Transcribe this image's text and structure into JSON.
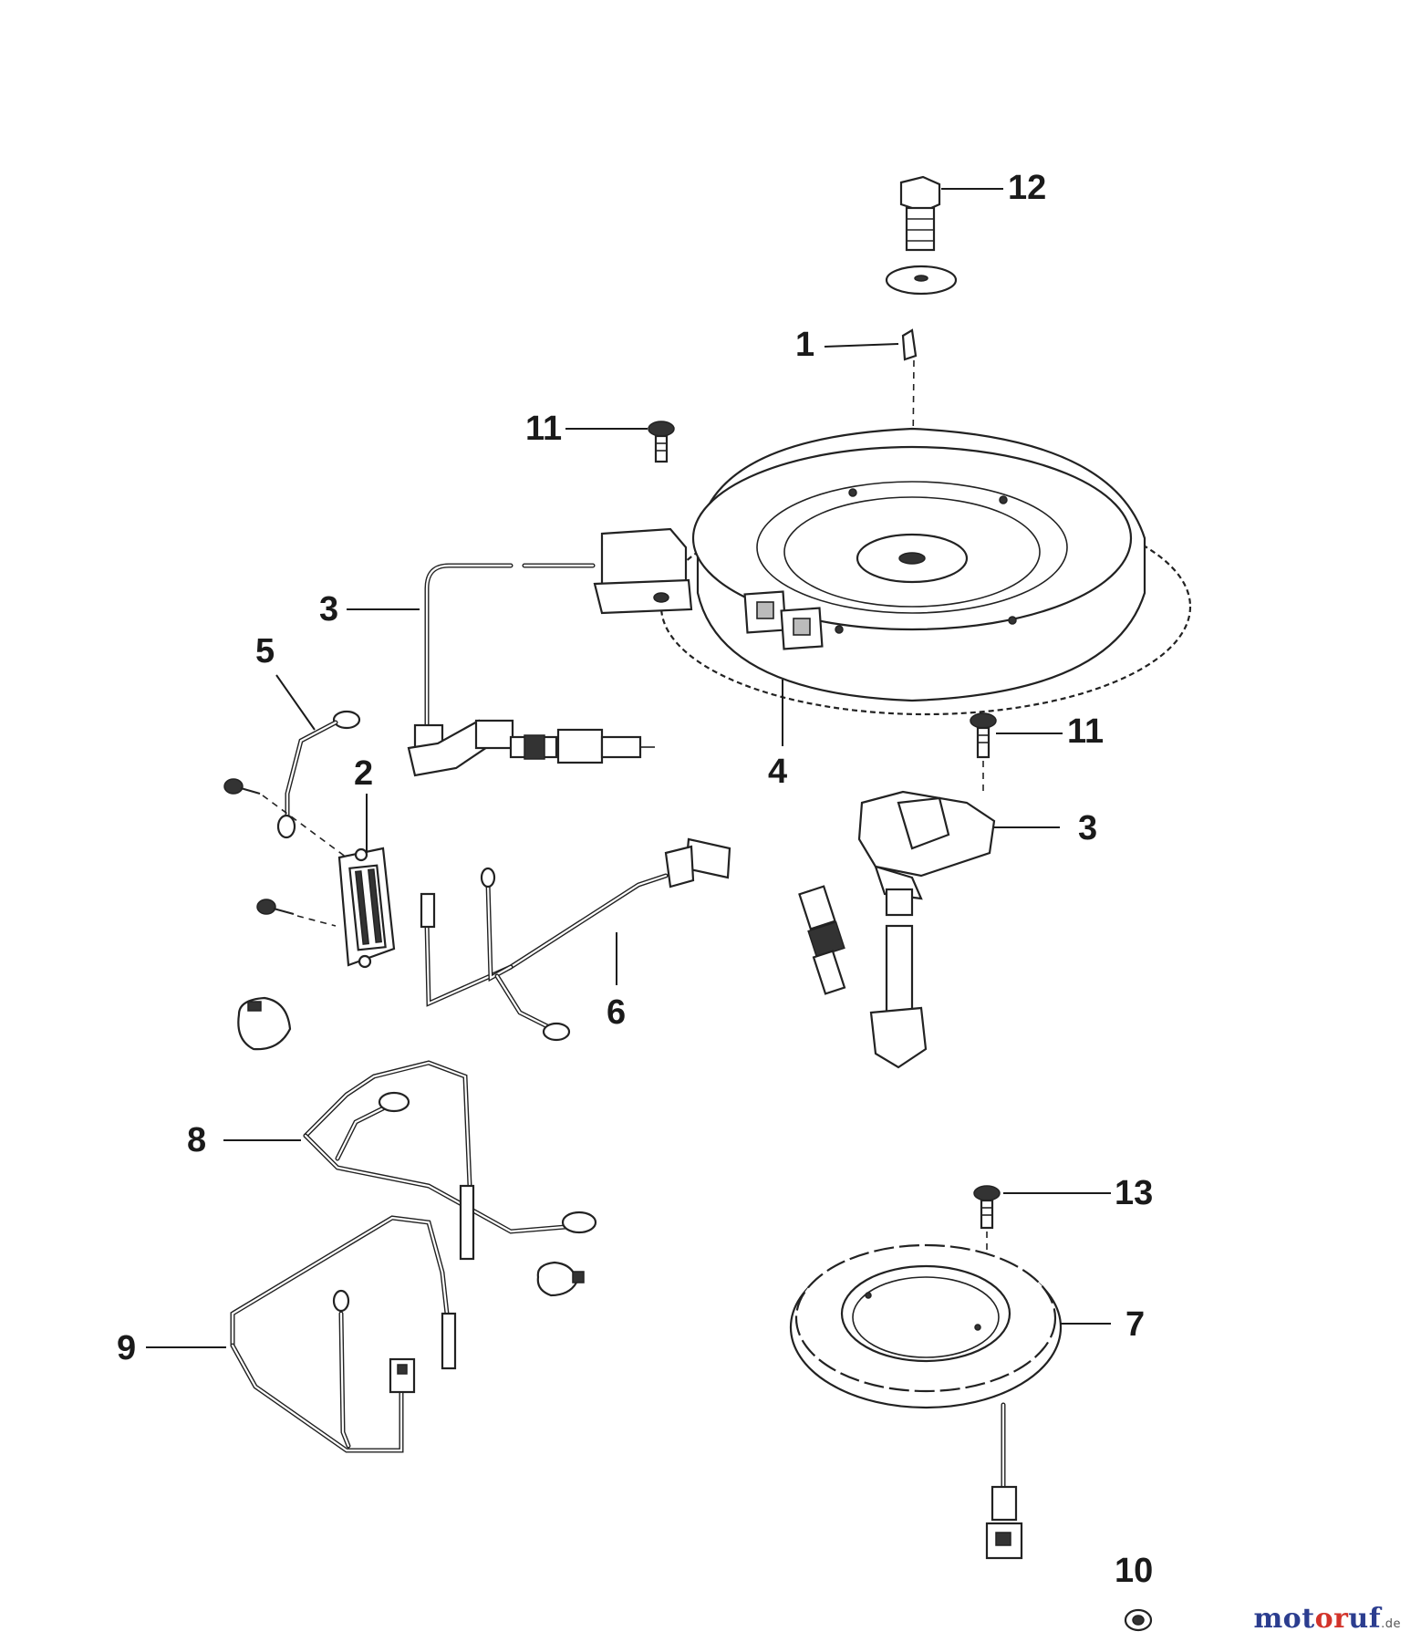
{
  "callouts": {
    "c1": "1",
    "c2": "2",
    "c3a": "3",
    "c3b": "3",
    "c4": "4",
    "c5": "5",
    "c6": "6",
    "c7": "7",
    "c8": "8",
    "c9": "9",
    "c10": "10",
    "c11a": "11",
    "c11b": "11",
    "c12": "12",
    "c13": "13"
  },
  "watermark": {
    "part1": "mot",
    "part2": "or",
    "part3": "uf",
    "tld": ".de"
  }
}
